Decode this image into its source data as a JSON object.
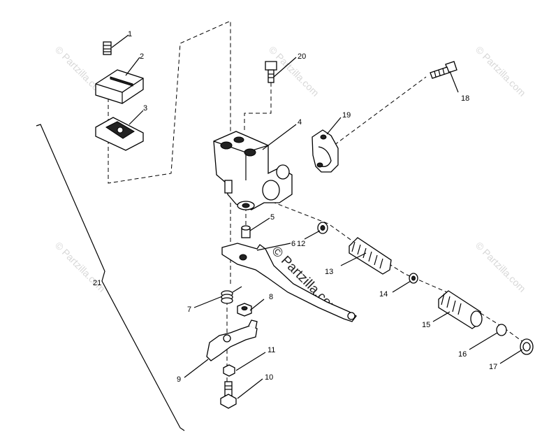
{
  "watermark": {
    "text": "© Partzilla.com",
    "center_text": "© Partzilla.com"
  },
  "callouts": {
    "c1": "1",
    "c2": "2",
    "c3": "3",
    "c4": "4",
    "c5": "5",
    "c6": "6",
    "c7": "7",
    "c8": "8",
    "c9": "9",
    "c10": "10",
    "c11": "11",
    "c12": "12",
    "c13": "13",
    "c14": "14",
    "c15": "15",
    "c16": "16",
    "c17": "17",
    "c18": "18",
    "c19": "19",
    "c20": "20",
    "c21": "21"
  }
}
